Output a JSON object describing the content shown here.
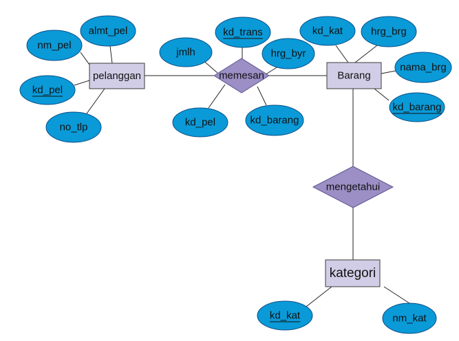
{
  "entities": [
    {
      "id": "pelanggan",
      "label": "pelanggan"
    },
    {
      "id": "barang",
      "label": "Barang"
    },
    {
      "id": "kategori",
      "label": "kategori"
    }
  ],
  "relationships": [
    {
      "id": "memesan",
      "label": "memesan"
    },
    {
      "id": "mengetahui",
      "label": "mengetahui"
    }
  ],
  "attributes": [
    {
      "id": "nm_pel",
      "label": "nm_pel",
      "key": false
    },
    {
      "id": "almt_pel",
      "label": "almt_pel",
      "key": false
    },
    {
      "id": "kd_pel_1",
      "label": "kd_pel",
      "key": true
    },
    {
      "id": "no_tlp",
      "label": "no_tlp",
      "key": false
    },
    {
      "id": "jmlh",
      "label": "jmlh",
      "key": false
    },
    {
      "id": "kd_trans",
      "label": "kd_trans",
      "key": true
    },
    {
      "id": "hrg_byr",
      "label": "hrg_byr",
      "key": false
    },
    {
      "id": "kd_pel_2",
      "label": "kd_pel",
      "key": false
    },
    {
      "id": "kd_barang_1",
      "label": "kd_barang",
      "key": false
    },
    {
      "id": "kd_kat_1",
      "label": "kd_kat",
      "key": false
    },
    {
      "id": "hrg_brg",
      "label": "hrg_brg",
      "key": false
    },
    {
      "id": "nama_brg",
      "label": "nama_brg",
      "key": false
    },
    {
      "id": "kd_barang_2",
      "label": "kd_barang",
      "key": true
    },
    {
      "id": "kd_kat_2",
      "label": "kd_kat",
      "key": true
    },
    {
      "id": "nm_kat",
      "label": "nm_kat",
      "key": false
    }
  ]
}
